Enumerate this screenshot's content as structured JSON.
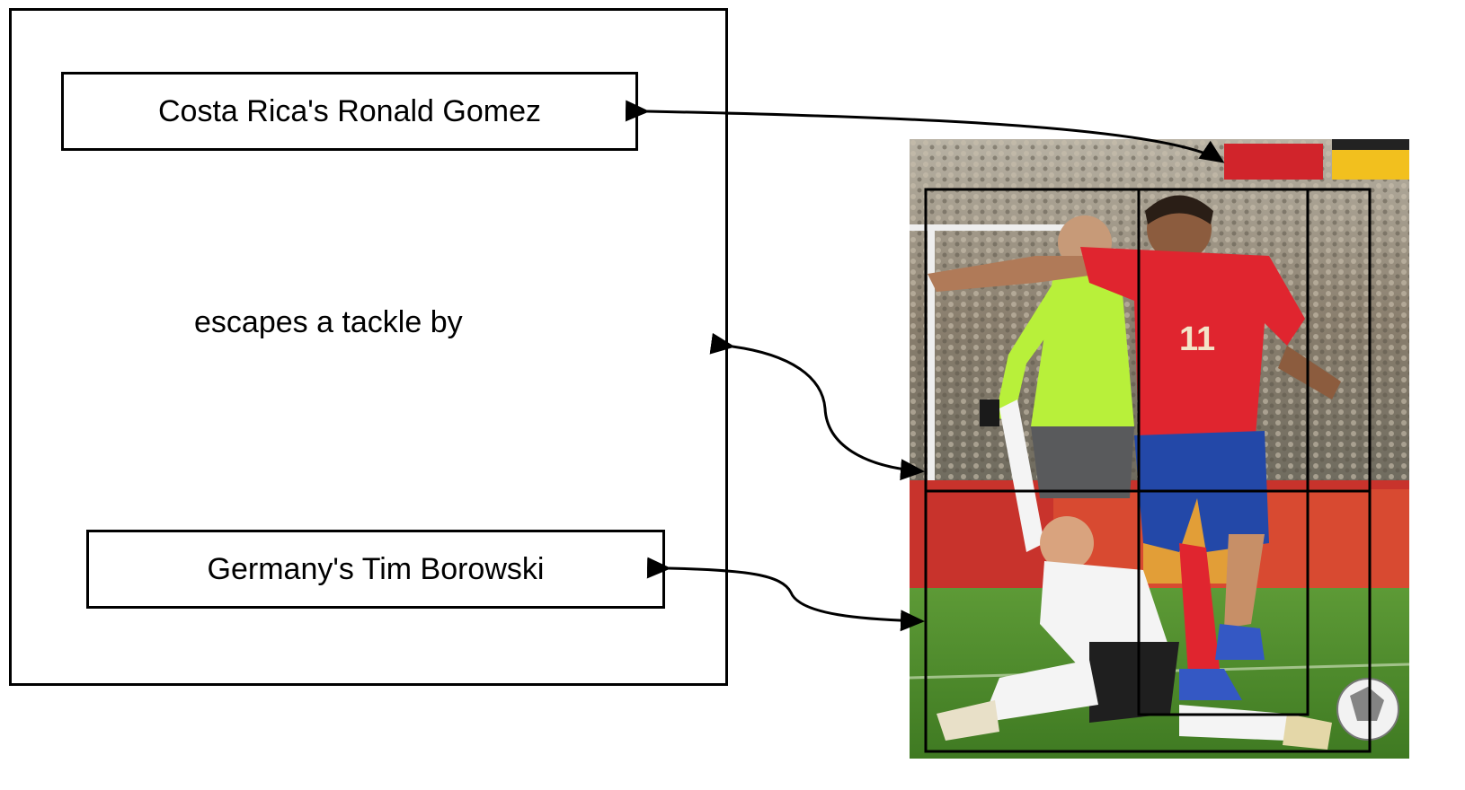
{
  "diagram": {
    "subject_label": "Costa Rica's Ronald Gomez",
    "relation_label": "escapes a tackle by",
    "object_label": "Germany's Tim Borowski"
  },
  "photo": {
    "description_icon": "soccer-photo",
    "colors": {
      "pitch": "#4f8a2c",
      "crowd": "#8a7f6e",
      "costa_rica_shirt": "#e0252f",
      "costa_rica_shorts": "#2348a8",
      "referee_shirt": "#b8f03a",
      "germany_shirt": "#f4f4f4"
    }
  },
  "colors": {
    "line": "#000000",
    "background": "#ffffff"
  }
}
